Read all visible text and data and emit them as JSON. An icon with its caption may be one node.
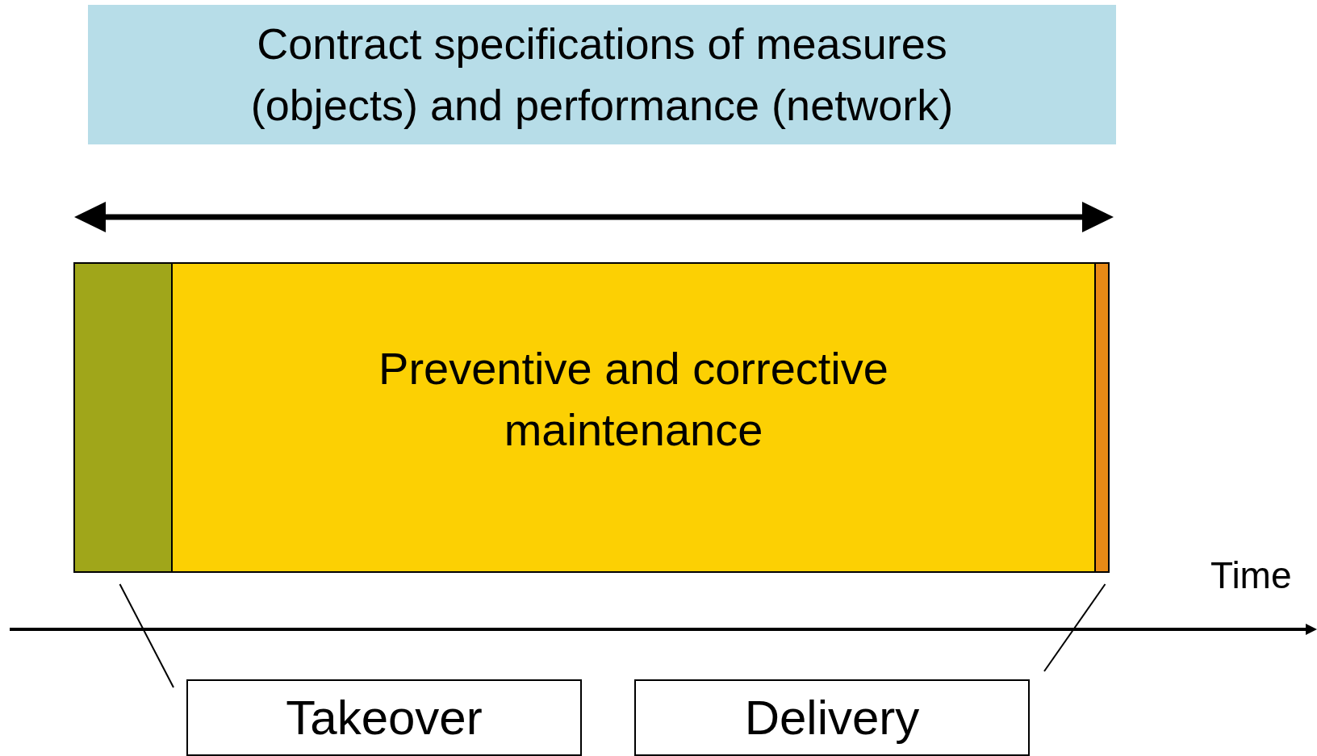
{
  "diagram": {
    "nodes": [
      {
        "text": [
          "Contract specifications of measures (objects) and performance (network)"
        ]
      },
      {
        "text": [],
        "shape": "bar"
      },
      {
        "text": [
          "Preventive and corrective maintenance"
        ]
      },
      {
        "text": [],
        "shape": "bar"
      },
      {
        "text": [
          "Takeover"
        ]
      },
      {
        "text": [
          "Delivery"
        ]
      }
    ],
    "edges": [
      {
        "from": 4,
        "to": 1,
        "arrow": "none"
      },
      {
        "from": 5,
        "to": 3,
        "arrow": "none"
      }
    ],
    "labels": [
      "Time"
    ]
  }
}
